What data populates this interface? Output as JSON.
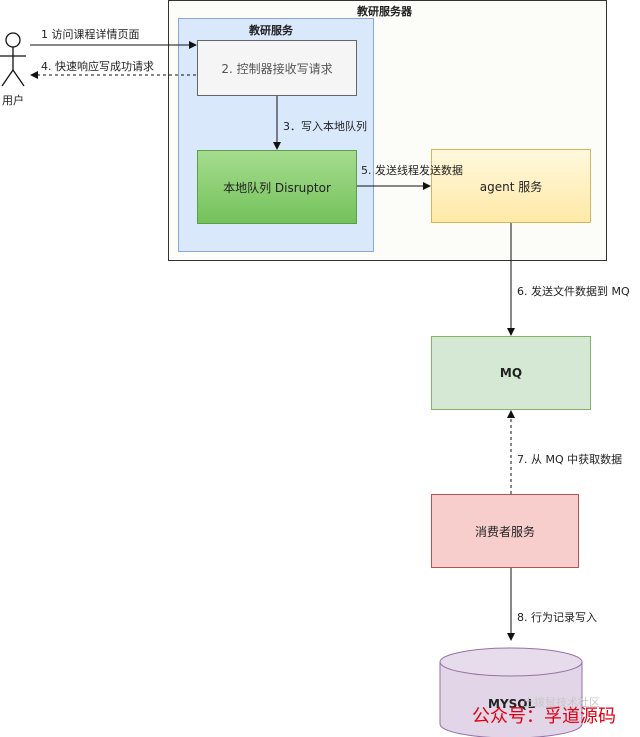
{
  "groups": {
    "server_title": "教研服务器",
    "service_title": "教研服务"
  },
  "actor": {
    "label": "用户"
  },
  "nodes": {
    "controller": "2. 控制器接收写请求",
    "disruptor": "本地队列 Disruptor",
    "agent": "agent 服务",
    "mq": "MQ",
    "consumer": "消费者服务",
    "mysql": "MYSQL"
  },
  "edges": {
    "e1": "1 访问课程详情页面",
    "e4": "4. 快速响应写成功请求",
    "e3": "3．写入本地队列",
    "e5": "5. 发送线程发送数据",
    "e6": "6. 发送文件数据到 MQ",
    "e7": "7. 从 MQ 中获取数据",
    "e8": "8. 行为记录写入"
  },
  "watermark": {
    "text": "公众号：孚道源码",
    "faint": "土拨鼠技术社区"
  },
  "colors": {
    "service_fill": "#dae8fc",
    "disruptor_fill": "#8fd37a",
    "agent_fill": "#fff2cc",
    "mq_fill": "#d5e8d4",
    "consumer_fill": "#f8cecc",
    "mysql_fill": "#e1d5e7"
  }
}
